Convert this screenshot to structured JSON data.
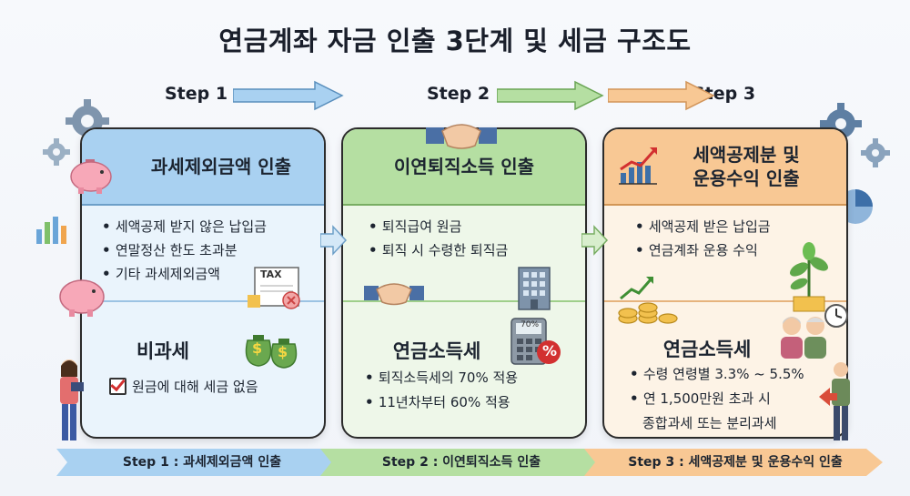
{
  "title": "연금계좌 자금 인출 3단계 및 세금 구조도",
  "steps": {
    "step1_label": "Step 1",
    "step2_label": "Step 2",
    "step3_label": "Step 3"
  },
  "panels": [
    {
      "heading": "과세제외금액 인출",
      "items": [
        "세액공제 받지 않은 납입금",
        "연말정산 한도 초과분",
        "기타 과세제외금액"
      ],
      "tax_title": "비과세",
      "tax_items": [
        "원금에 대해 세금 없음"
      ]
    },
    {
      "heading": "이연퇴직소득 인출",
      "items": [
        "퇴직급여 원금",
        "퇴직 시 수령한 퇴직금"
      ],
      "tax_title": "연금소득세",
      "tax_items": [
        "퇴직소득세의 70% 적용",
        "11년차부터 60% 적용"
      ]
    },
    {
      "heading_line1": "세액공제분 및",
      "heading_line2": "운용수익 인출",
      "items": [
        "세액공제 받은 납입금",
        "연금계좌 운용 수익"
      ],
      "tax_title": "연금소득세",
      "tax_items": [
        "수령 연령별 3.3% ~ 5.5%",
        "연 1,500만원 초과 시",
        "종합과세 또는 분리과세"
      ]
    }
  ],
  "banners": [
    "Step 1 : 과세제외금액 인출",
    "Step 2 : 이연퇴직소득 인출",
    "Step 3 : 세액공제분 및 운용수익 인출"
  ],
  "icon_text": {
    "tax_doc": "TAX",
    "calculator": "70%",
    "percent": "%",
    "money": "$"
  },
  "colors": {
    "step1": "#a9d1f1",
    "step2": "#b5dfa2",
    "step3": "#f8c894",
    "accent_red": "#d23030"
  }
}
